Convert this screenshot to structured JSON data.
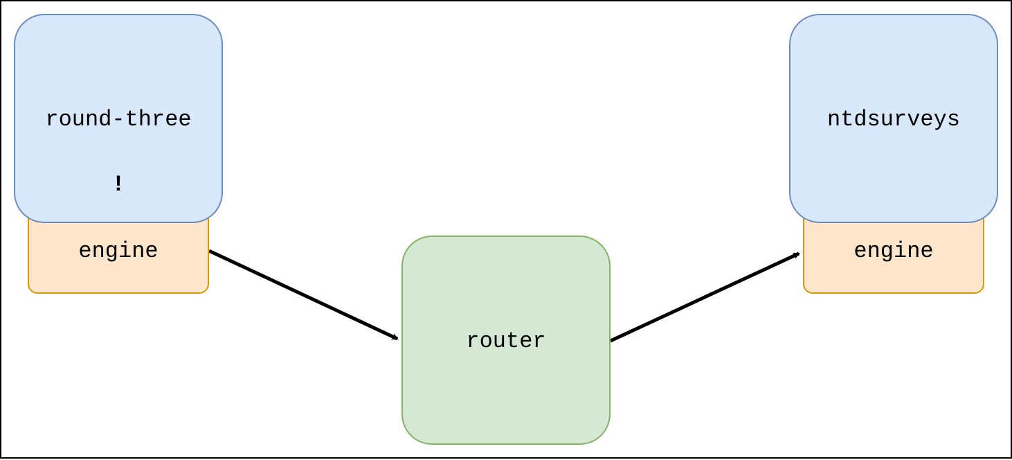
{
  "nodes": {
    "left_service": {
      "label": "round-three",
      "marker": "!"
    },
    "left_engine": {
      "label": "engine"
    },
    "router": {
      "label": "router"
    },
    "right_service": {
      "label": "ntdsurveys"
    },
    "right_engine": {
      "label": "engine"
    }
  },
  "edges": [
    {
      "from": "left_engine",
      "to": "router"
    },
    {
      "from": "router",
      "to": "right_engine"
    }
  ],
  "colors": {
    "service_fill": "#dae8fc",
    "service_stroke": "#6c8ebf",
    "engine_fill": "#ffe6cc",
    "engine_stroke": "#d79b00",
    "router_fill": "#d5e8d4",
    "router_stroke": "#82b366",
    "edge": "#000000"
  }
}
